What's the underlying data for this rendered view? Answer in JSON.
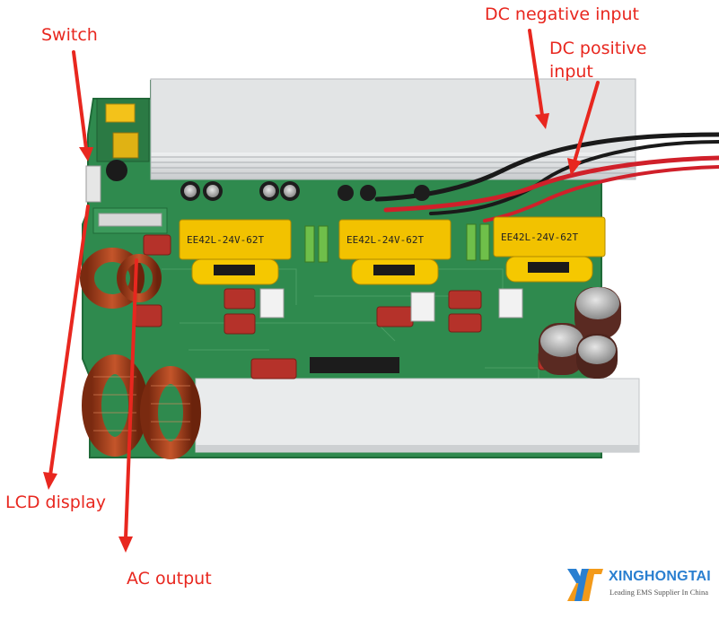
{
  "callouts": {
    "switch": "Switch",
    "dc_negative_input": "DC negative input",
    "dc_positive_input": "DC positive input",
    "lcd_display": "LCD display",
    "ac_output": "AC output"
  },
  "transformers": [
    {
      "label": "EE42L-24V-62T"
    },
    {
      "label": "EE42L-24V-62T"
    },
    {
      "label": "EE42L-24V-62T"
    }
  ],
  "brand": {
    "name": "XINGHONGTAI",
    "tagline": "Leading EMS Supplier In China"
  },
  "colors": {
    "annotation_red": "#e8271f",
    "pcb_green": "#2f8a4e",
    "heatsink_silver": "#d6d8da",
    "transformer_yellow": "#f2c200",
    "brand_blue": "#2a7fd0",
    "brand_orange": "#f39a1a"
  }
}
